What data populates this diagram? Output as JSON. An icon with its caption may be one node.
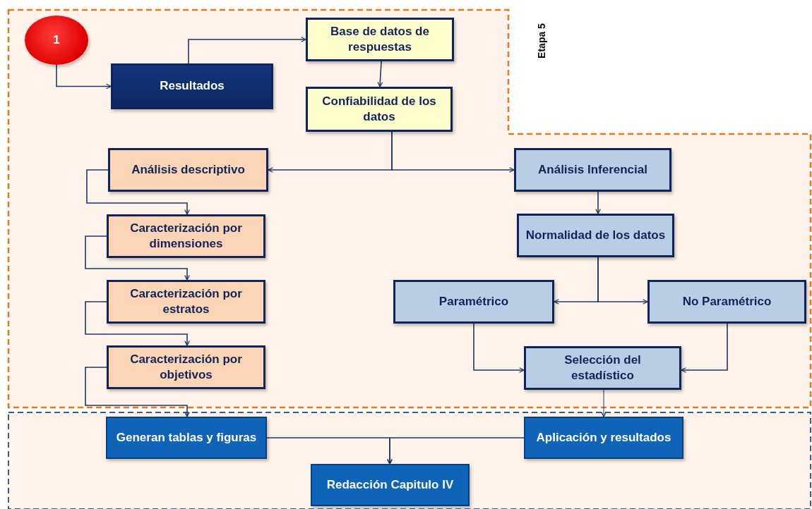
{
  "diagram": {
    "nodes": [
      {
        "text": [
          "1"
        ]
      },
      {
        "text": [
          "Resultados"
        ]
      },
      {
        "text": [
          "Base de datos de respuestas"
        ]
      },
      {
        "text": [
          "Confiabilidad de los datos"
        ]
      },
      {
        "text": [
          "Análisis descriptivo"
        ]
      },
      {
        "text": [
          "Caracterización por dimensiones"
        ]
      },
      {
        "text": [
          "Caracterización por estratos"
        ]
      },
      {
        "text": [
          "Caracterización por objetivos"
        ]
      },
      {
        "text": [
          "Análisis Inferencial"
        ]
      },
      {
        "text": [
          "Normalidad de los datos"
        ]
      },
      {
        "text": [
          "Paramétrico"
        ]
      },
      {
        "text": [
          "No Paramétrico"
        ]
      },
      {
        "text": [
          "Selección del estadístico"
        ]
      },
      {
        "text": [
          "Generan tablas y figuras"
        ]
      },
      {
        "text": [
          "Aplicación y resultados"
        ]
      },
      {
        "text": [
          "Redacción Capitulo IV"
        ]
      }
    ],
    "edges": [
      {
        "from": 0,
        "to": 1,
        "arrow": "to"
      },
      {
        "from": 1,
        "to": 2,
        "arrow": "to"
      },
      {
        "from": 2,
        "to": 3,
        "arrow": "to"
      },
      {
        "from": 3,
        "to": 4,
        "arrow": "to"
      },
      {
        "from": 3,
        "to": 8,
        "arrow": "to"
      },
      {
        "from": 4,
        "to": 5,
        "arrow": "to"
      },
      {
        "from": 5,
        "to": 6,
        "arrow": "to"
      },
      {
        "from": 6,
        "to": 7,
        "arrow": "to"
      },
      {
        "from": 7,
        "to": 13,
        "arrow": "to"
      },
      {
        "from": 8,
        "to": 9,
        "arrow": "to"
      },
      {
        "from": 9,
        "to": 10,
        "arrow": "to"
      },
      {
        "from": 9,
        "to": 11,
        "arrow": "to"
      },
      {
        "from": 10,
        "to": 12,
        "arrow": "to"
      },
      {
        "from": 11,
        "to": 12,
        "arrow": "to"
      },
      {
        "from": 12,
        "to": 14,
        "arrow": "to"
      },
      {
        "from": 13,
        "to": 15,
        "arrow": "to"
      },
      {
        "from": 14,
        "to": 15,
        "arrow": "to"
      }
    ],
    "labels": [
      "Etapa 5"
    ]
  }
}
